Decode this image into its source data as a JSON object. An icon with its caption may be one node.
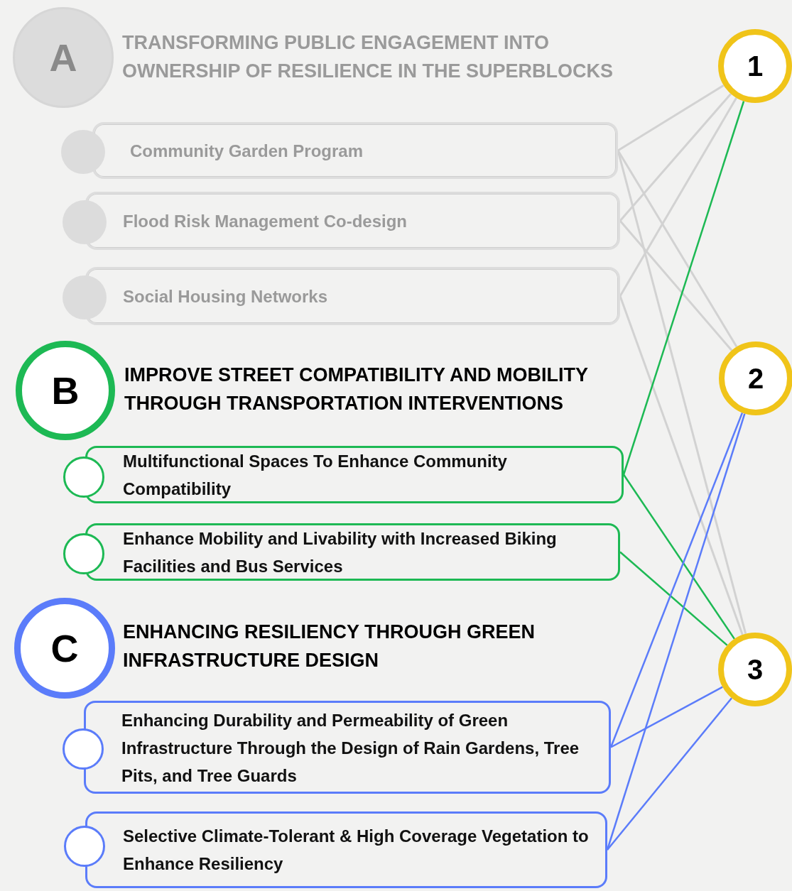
{
  "diagram": {
    "nodes": [
      {
        "text": [
          "A",
          "TRANSFORMING PUBLIC ENGAGEMENT INTO OWNERSHIP OF RESILIENCE IN THE SUPERBLOCKS"
        ]
      },
      {
        "text": [
          "Community Garden Program"
        ]
      },
      {
        "text": [
          "Flood Risk Management Co-design"
        ]
      },
      {
        "text": [
          "Social Housing Networks"
        ]
      },
      {
        "text": [
          "B",
          "IMPROVE STREET COMPATIBILITY AND MOBILITY THROUGH TRANSPORTATION INTERVENTIONS"
        ]
      },
      {
        "text": [
          "Multifunctional Spaces To Enhance Community Compatibility"
        ]
      },
      {
        "text": [
          "Enhance Mobility and Livability with Increased Biking Facilities and Bus Services"
        ]
      },
      {
        "text": [
          "C",
          "ENHANCING RESILIENCY THROUGH GREEN INFRASTRUCTURE DESIGN"
        ]
      },
      {
        "text": [
          "Enhancing Durability and Permeability of Green Infrastructure Through the Design of Rain Gardens, Tree Pits, and Tree Guards"
        ]
      },
      {
        "text": [
          "Selective Climate-Tolerant & High Coverage Vegetation to Enhance Resiliency"
        ]
      },
      {
        "text": [
          "1"
        ]
      },
      {
        "text": [
          "2"
        ]
      },
      {
        "text": [
          "3"
        ]
      }
    ],
    "edges": [
      {
        "from": 1,
        "to": 10,
        "arrow": "none"
      },
      {
        "from": 1,
        "to": 11,
        "arrow": "none"
      },
      {
        "from": 1,
        "to": 12,
        "arrow": "none"
      },
      {
        "from": 2,
        "to": 10,
        "arrow": "none"
      },
      {
        "from": 2,
        "to": 11,
        "arrow": "none"
      },
      {
        "from": 3,
        "to": 10,
        "arrow": "none"
      },
      {
        "from": 3,
        "to": 12,
        "arrow": "none"
      },
      {
        "from": 5,
        "to": 10,
        "arrow": "none",
        "color": "#1db954"
      },
      {
        "from": 5,
        "to": 12,
        "arrow": "none",
        "color": "#1db954"
      },
      {
        "from": 6,
        "to": 12,
        "arrow": "none",
        "color": "#1db954"
      },
      {
        "from": 8,
        "to": 11,
        "arrow": "none",
        "color": "#5b7cfa"
      },
      {
        "from": 8,
        "to": 12,
        "arrow": "none",
        "color": "#5b7cfa"
      },
      {
        "from": 9,
        "to": 11,
        "arrow": "none",
        "color": "#5b7cfa"
      },
      {
        "from": 9,
        "to": 12,
        "arrow": "none",
        "color": "#5b7cfa"
      }
    ]
  }
}
